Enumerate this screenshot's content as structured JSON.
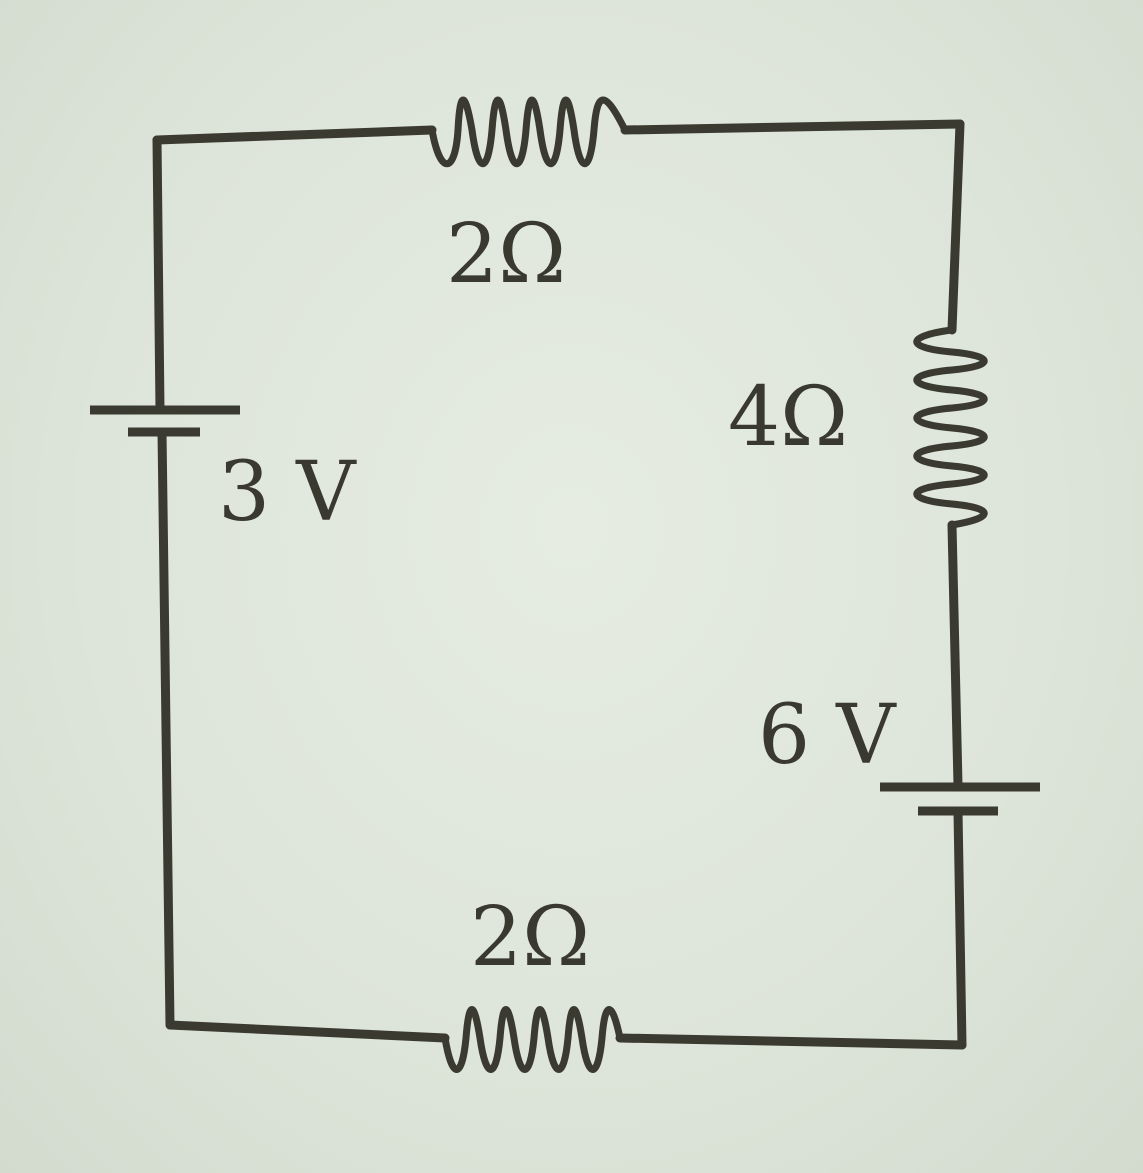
{
  "diagram": {
    "colors": {
      "ink": "#3b3a30",
      "paper": "#dfe6dc"
    },
    "labels": {
      "r_top": "2Ω",
      "r_right": "4Ω",
      "r_bottom": "2Ω",
      "v_left": "3 V",
      "v_right": "6 V"
    }
  }
}
